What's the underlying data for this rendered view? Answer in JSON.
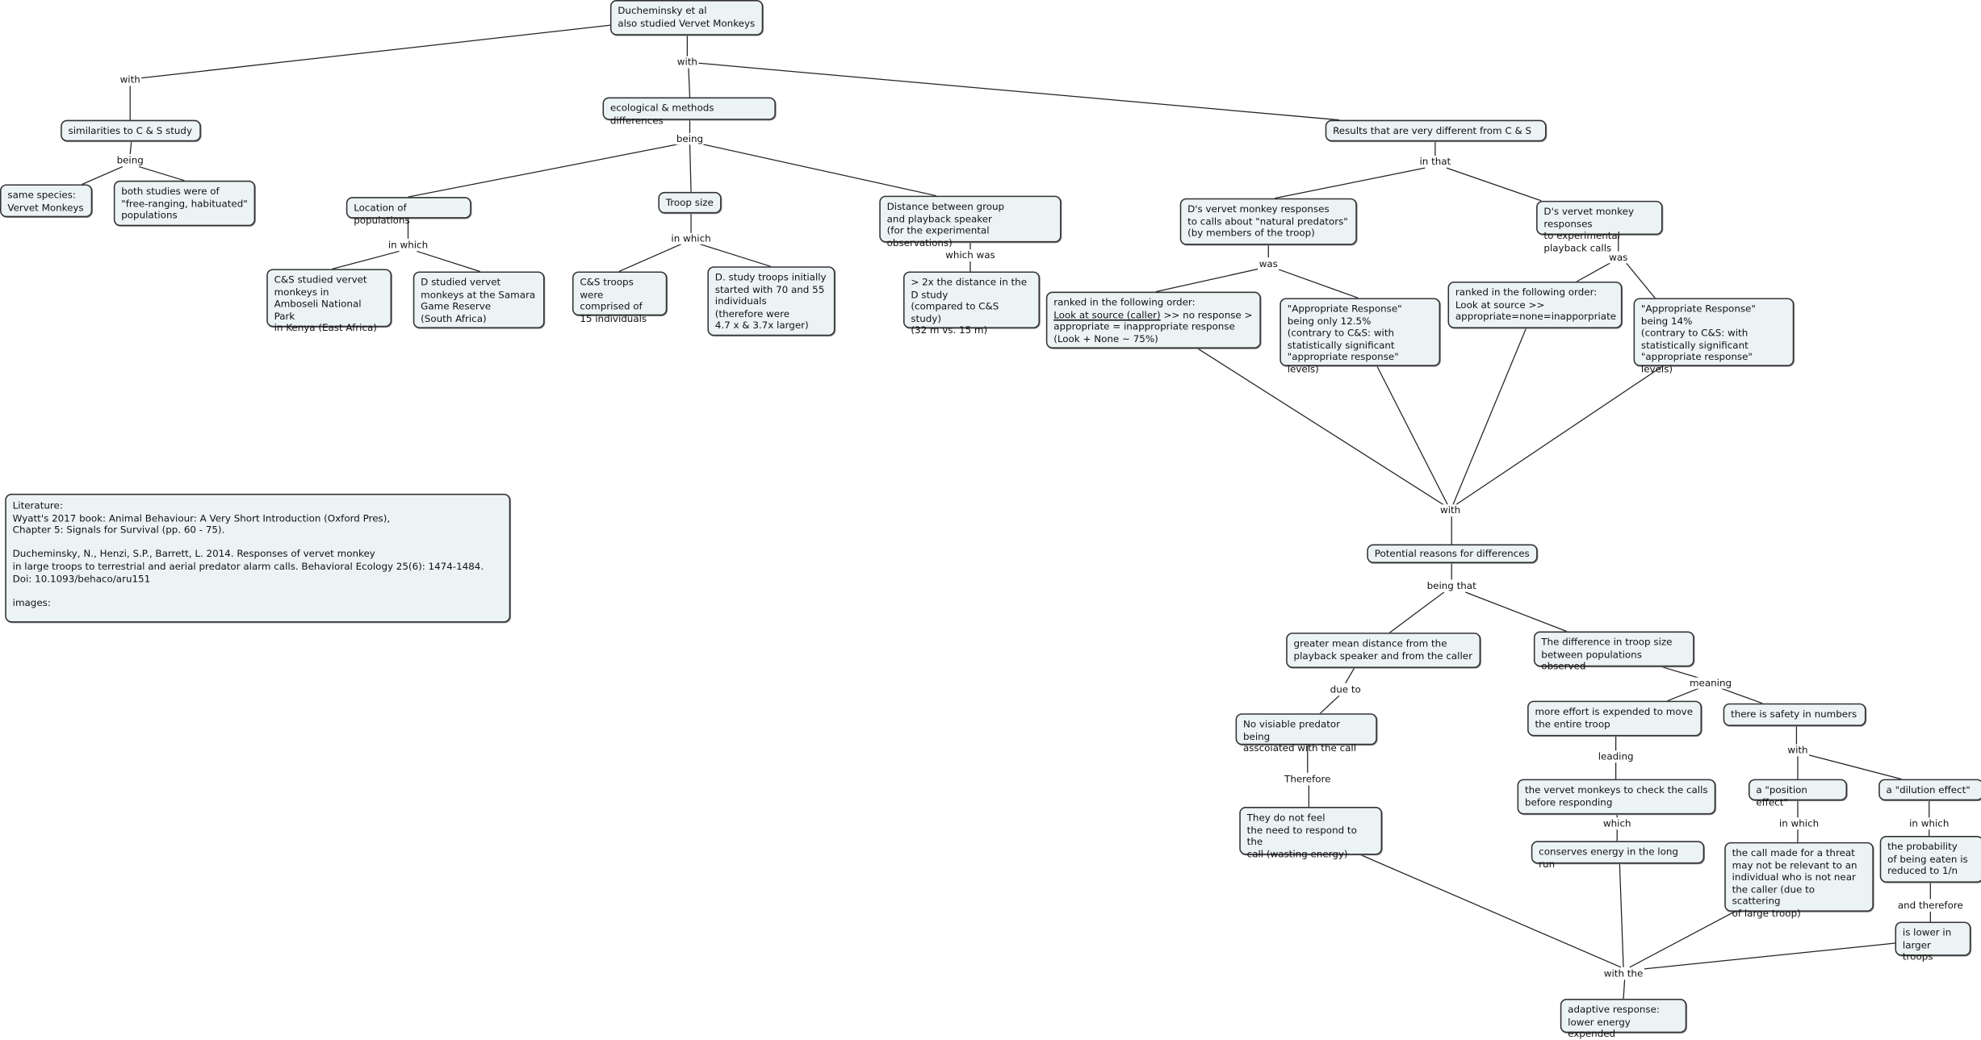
{
  "nodes": {
    "root": "Ducheminsky et al\nalso studied Vervet Monkeys",
    "similarities": "similarities to C & S study",
    "same_species": "same species:\nVervet Monkeys",
    "both_studies": "both studies were of\n\"free-ranging, habituated\"\npopulations",
    "eco": "ecological & methods differences",
    "location": "Location of populations",
    "troop_size": "Troop size",
    "distance": "Distance between group\n and playback speaker\n(for the experimental observations)",
    "cs_studied": "C&S studied vervet\nmonkeys in\nAmboseli National Park\nin Kenya (East Africa)",
    "d_studied": "D studied vervet\nmonkeys at the Samara\nGame Reserve\n(South Africa)",
    "cs_troops": "C&S troops were\ncomprised of\n15 individuals",
    "d_troops": "D. study troops initially\nstarted with 70 and 55\nindividuals\n(therefore were\n4.7 x & 3.7x larger)",
    "twice_distance": "> 2x the distance in the\nD study\n(compared to C&S study)\n(32 m vs. 15 m)",
    "results": "Results that are very different from C & S",
    "d_natural": "D's vervet monkey responses\nto calls about \"natural predators\"\n(by members of the troop)",
    "d_playback": "D's vervet monkey responses\nto experimental playback calls",
    "ranked1_line1": "ranked in the following order:",
    "ranked1_underlined": "Look at source (caller)",
    "ranked1_rest": " >> no response >\nappropriate = inappropriate response\n(Look + None ~ 75%)",
    "approp1": "\"Appropriate Response\"\nbeing only 12.5%\n(contrary to C&S: with\nstatistically significant\n\"appropriate response\" levels)",
    "ranked2": "ranked in the following order:\nLook at source >>\nappropriate=none=inapporpriate",
    "approp2": "\"Appropriate Response\"\nbeing 14%\n(contrary to C&S: with\nstatistically significant\n\"appropriate response\" levels)",
    "potential": "Potential reasons for differences",
    "greater": "greater mean distance from the\nplayback speaker and from the caller",
    "difference": "The difference in troop size\nbetween populations observed",
    "no_predator": "No visiable predator being\nasscoiated with the call",
    "more_effort": "more effort is expended to move\nthe entire troop",
    "safety": "there is safety in numbers",
    "no_need": "They do not feel\nthe need to respond to the\ncall (wasting energy)",
    "check_calls": "the vervet monkeys to check the calls\nbefore responding",
    "position": "a \"position effect\"",
    "dilution": "a \"dilution effect\"",
    "conserves": "conserves energy in the long run",
    "call_made": "the call made for a threat\nmay not be relevant to an\nindividual who is not near\nthe caller (due to scattering\nof large troop)",
    "probability": "the probability\nof being eaten is\nreduced to 1/n",
    "lower": "is lower in\nlarger troops",
    "adaptive": "adaptive response:\nlower energy expended",
    "literature": "Literature:\nWyatt's 2017 book:  Animal Behaviour: A Very Short Introduction (Oxford Pres),\nChapter 5:  Signals for Survival (pp. 60 - 75).\n\nDucheminsky, N., Henzi, S.P., Barrett, L.  2014.  Responses of vervet monkey\nin large troops to terrestrial and aerial predator alarm calls.  Behavioral Ecology 25(6): 1474-1484.\nDoi: 10.1093/behaco/aru151\n\nimages:"
  },
  "links": {
    "with_a": "with",
    "with_b": "with",
    "being_a": "being",
    "being_b": "being",
    "inwhich_a": "in which",
    "inwhich_b": "in which",
    "which_was": "which was",
    "in_that": "in that",
    "was_a": "was",
    "was_b": "was",
    "with_c": "with",
    "being_that": "being that",
    "due_to": "due to",
    "meaning": "meaning",
    "therefore": "Therefore",
    "leading": "leading",
    "with_d": "with",
    "which": "which",
    "inwhich_c": "in which",
    "inwhich_d": "in which",
    "and_therefore": "and therefore",
    "with_the": "with the"
  }
}
